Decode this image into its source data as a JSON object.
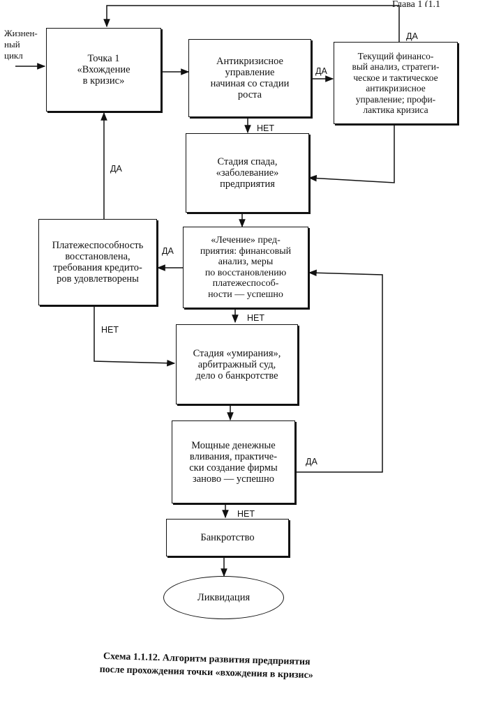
{
  "page_header": "Глава 1 (1.1",
  "side_label": "Жизнен-\nный\nцикл",
  "nodes": {
    "entry": "Точка 1\n«Вхождение\nв кризис»",
    "anticrisis": "Антикризисное\nуправление\nначиная со стадии\nроста",
    "analysis": "Текущий финансо-\nвый анализ, стратеги-\nческое и тактическое\nантикризисное\nуправление; профи-\nлактика кризиса",
    "decline": "Стадия спада,\n«заболевание»\nпредприятия",
    "treatment": "«Лечение» пред-\nприятия: финансовый\nанализ, меры\nпо восстановлению\nплатежеспособ-\nности — успешно",
    "solvency": "Платежеспособность\nвосстановлена,\nтребования кредито-\nров удовлетворены",
    "dying": "Стадия «умирания»,\nарбитражный суд,\nдело о банкротстве",
    "injection": "Мощные денежные\nвливания, практиче-\nски создание фирмы\nзаново — успешно",
    "bankruptcy": "Банкротство",
    "liquidation": "Ликвидация"
  },
  "edge_labels": {
    "yes": "ДА",
    "no": "НЕТ"
  },
  "caption": "Схема 1.1.12. Алгоритм развития предприятия\nпосле прохождения точки «вхождения в кризис»"
}
